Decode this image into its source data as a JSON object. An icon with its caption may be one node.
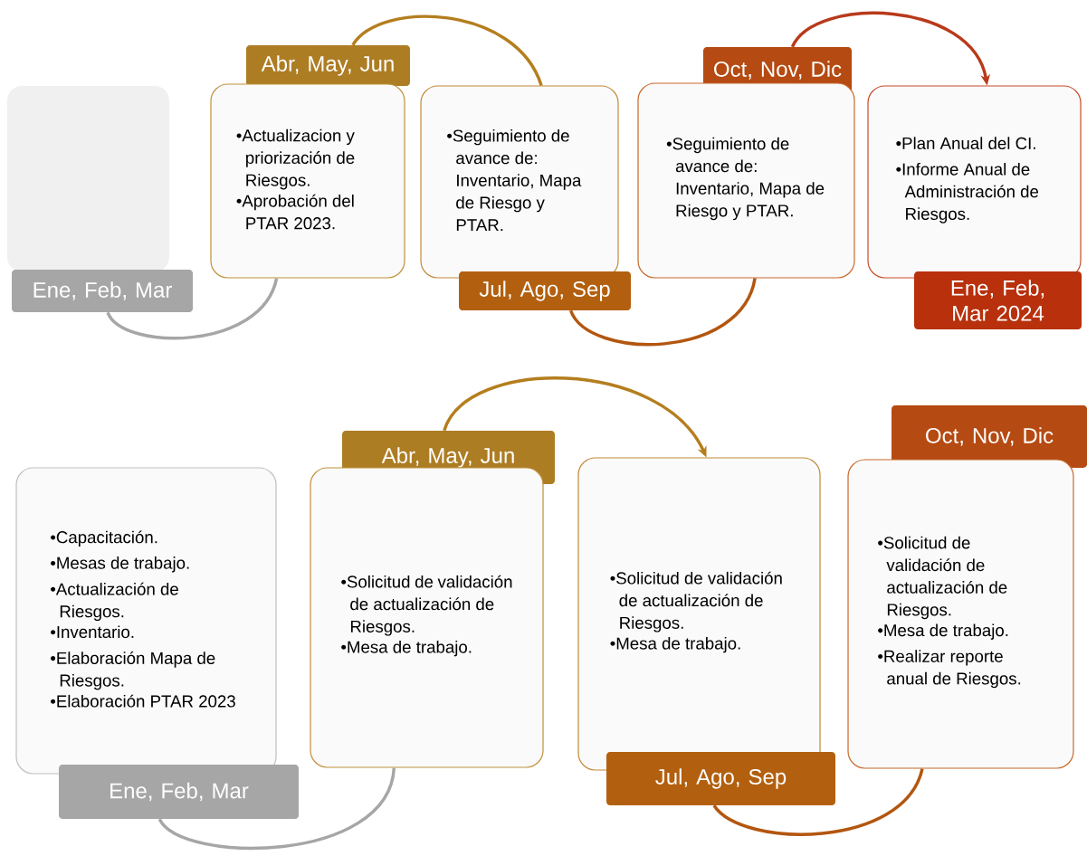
{
  "diagram": {
    "nodes": [
      {
        "text": [],
        "shape": "box"
      },
      {
        "text": [
          "Ene, Feb, Mar"
        ]
      },
      {
        "text": [
          "Abr, May, Jun"
        ]
      },
      {
        "text": [
          "•Actualizacion y priorización de Riesgos.",
          "•Aprobación del PTAR 2023."
        ]
      },
      {
        "text": [
          "•Seguimiento de avance de: Inventario, Mapa de Riesgo y PTAR."
        ]
      },
      {
        "text": [
          "Jul, Ago, Sep"
        ]
      },
      {
        "text": [
          "Oct, Nov, Dic"
        ]
      },
      {
        "text": [
          "•Seguimiento de avance de: Inventario, Mapa de Riesgo y PTAR."
        ]
      },
      {
        "text": [
          "•Plan Anual del CI.",
          "•Informe Anual de Administración de Riesgos."
        ]
      },
      {
        "text": [
          "Ene, Feb, Mar 2024"
        ]
      },
      {
        "text": [
          "•Capacitación.",
          "•Mesas de trabajo.",
          "•Actualización de Riesgos.",
          "•Inventario.",
          "•Elaboración Mapa de Riesgos.",
          "•Elaboración PTAR 2023"
        ]
      },
      {
        "text": [
          "Ene, Feb, Mar"
        ]
      },
      {
        "text": [
          "Abr, May, Jun"
        ]
      },
      {
        "text": [
          "•Solicitud de validación de actualización de Riesgos.",
          "•Mesa de trabajo."
        ]
      },
      {
        "text": [
          "•Solicitud de validación de actualización de Riesgos.",
          "•Mesa de trabajo."
        ]
      },
      {
        "text": [
          "Jul, Ago, Sep"
        ]
      },
      {
        "text": [
          "Oct, Nov, Dic"
        ]
      },
      {
        "text": [
          "•Solicitud de validación de actualización de Riesgos.",
          "•Mesa de trabajo.",
          "•Realizar reporte anual de Riesgos."
        ]
      }
    ],
    "edges": [
      {
        "from": 1,
        "to": 3,
        "arrow": "none",
        "color": "#a6a6a6"
      },
      {
        "from": 2,
        "to": 4,
        "arrow": "none",
        "color": "#b47e1e"
      },
      {
        "from": 5,
        "to": 7,
        "arrow": "none",
        "color": "#b3560f"
      },
      {
        "from": 6,
        "to": 8,
        "arrow": "to",
        "color": "#b83a1a"
      },
      {
        "from": 11,
        "to": 13,
        "arrow": "none",
        "color": "#a6a6a6"
      },
      {
        "from": 12,
        "to": 14,
        "arrow": "to",
        "color": "#b47e1e"
      },
      {
        "from": 15,
        "to": 17,
        "arrow": "none",
        "color": "#b3560f"
      }
    ]
  }
}
